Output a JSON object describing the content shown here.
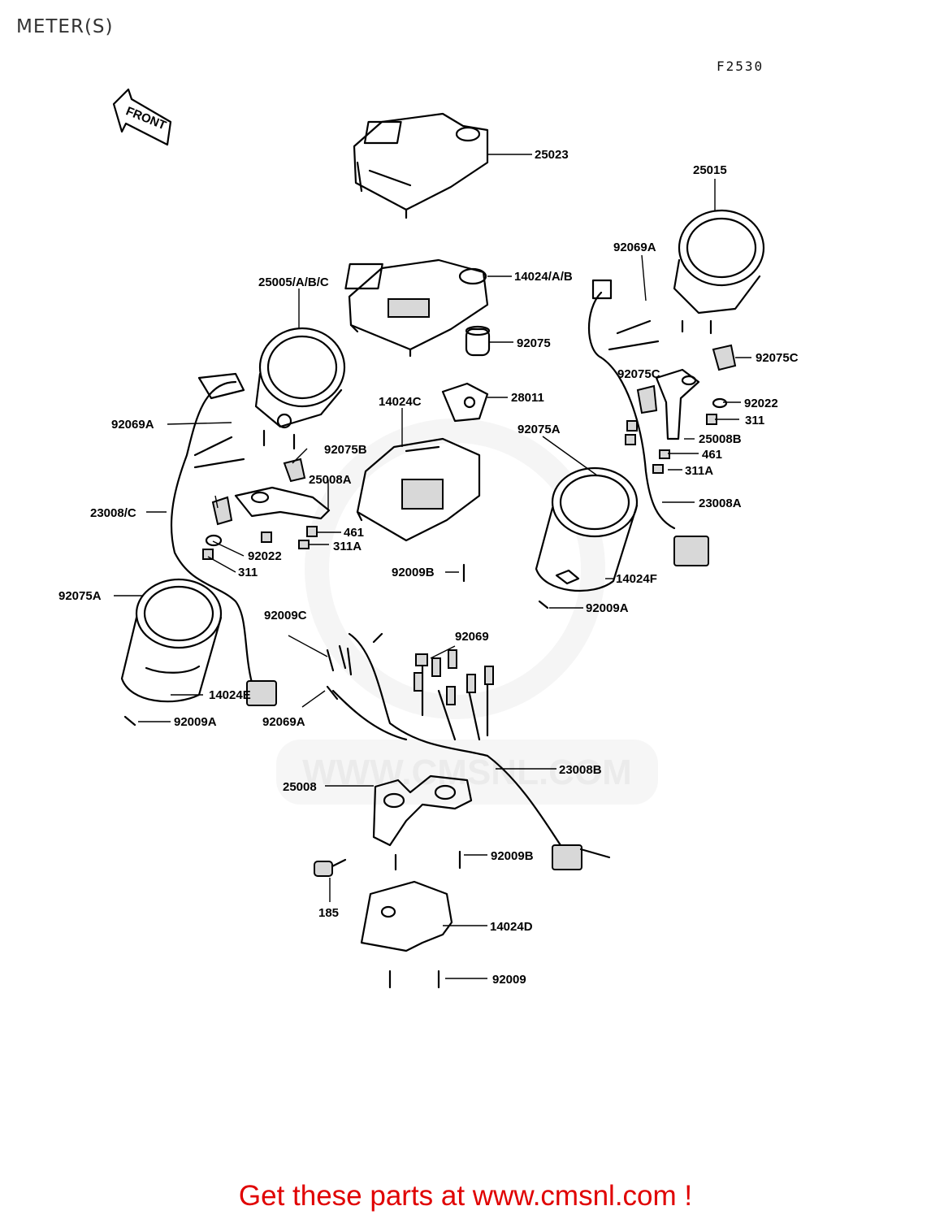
{
  "page_title": "METER(S)",
  "figure_code": "F2530",
  "front_arrow_label": "FRONT",
  "watermark_text": "WWW.CMSNL.COM",
  "call_to_action": "Get these parts at www.cmsnl.com !",
  "colors": {
    "line_art": "#000000",
    "title": "#333333",
    "call_to_action": "#e00000",
    "watermark": "#e6e6e6"
  },
  "parts": [
    "25023",
    "25015",
    "92069A",
    "14024/A/B",
    "25005/A/B/C",
    "92075",
    "92075C",
    "92069A",
    "28011",
    "14024C",
    "92075B",
    "92022",
    "25008A",
    "92075C",
    "92075A",
    "311",
    "25008B",
    "461",
    "23008/C",
    "461",
    "311A",
    "311A",
    "92022",
    "23008A",
    "311",
    "92009B",
    "14024F",
    "92075A",
    "92009A",
    "92009C",
    "92069",
    "14024E",
    "92009A",
    "92069A",
    "23008B",
    "25008",
    "92009B",
    "185",
    "14024D",
    "92009"
  ]
}
